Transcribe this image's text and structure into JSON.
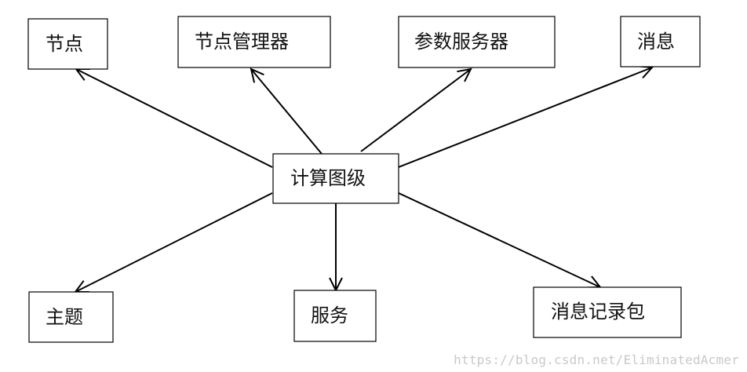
{
  "diagram": {
    "center": {
      "id": "computation-graph-level",
      "label": "计算图级"
    },
    "nodes": [
      {
        "id": "nodes",
        "label": "节点"
      },
      {
        "id": "node-manager",
        "label": "节点管理器"
      },
      {
        "id": "parameter-server",
        "label": "参数服务器"
      },
      {
        "id": "messages",
        "label": "消息"
      },
      {
        "id": "topics",
        "label": "主题"
      },
      {
        "id": "services",
        "label": "服务"
      },
      {
        "id": "message-bags",
        "label": "消息记录包"
      }
    ]
  },
  "watermark": "https://blog.csdn.net/EliminatedAcmer"
}
